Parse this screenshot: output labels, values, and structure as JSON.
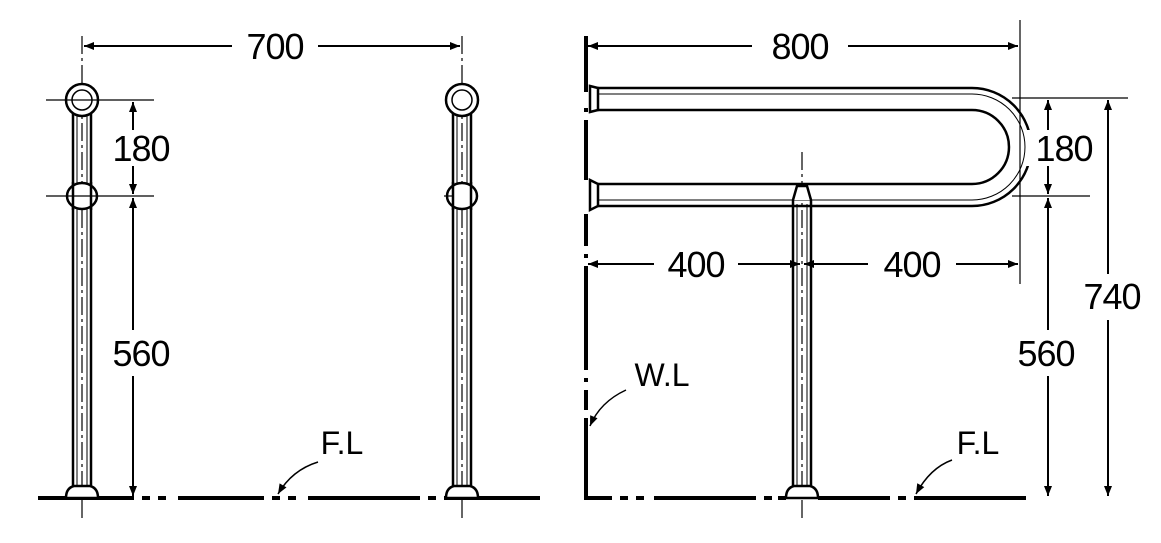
{
  "front_view": {
    "dim_span": "700",
    "dim_upper_gap": "180",
    "dim_lower_height": "560",
    "floor_label": "F.L"
  },
  "side_view": {
    "dim_length": "800",
    "dim_left_half": "400",
    "dim_right_half": "400",
    "dim_upper_gap": "180",
    "dim_lower_height": "560",
    "dim_total_height": "740",
    "wall_label": "W.L",
    "floor_label": "F.L"
  },
  "colors": {
    "ink": "#000000",
    "paper": "#ffffff"
  }
}
